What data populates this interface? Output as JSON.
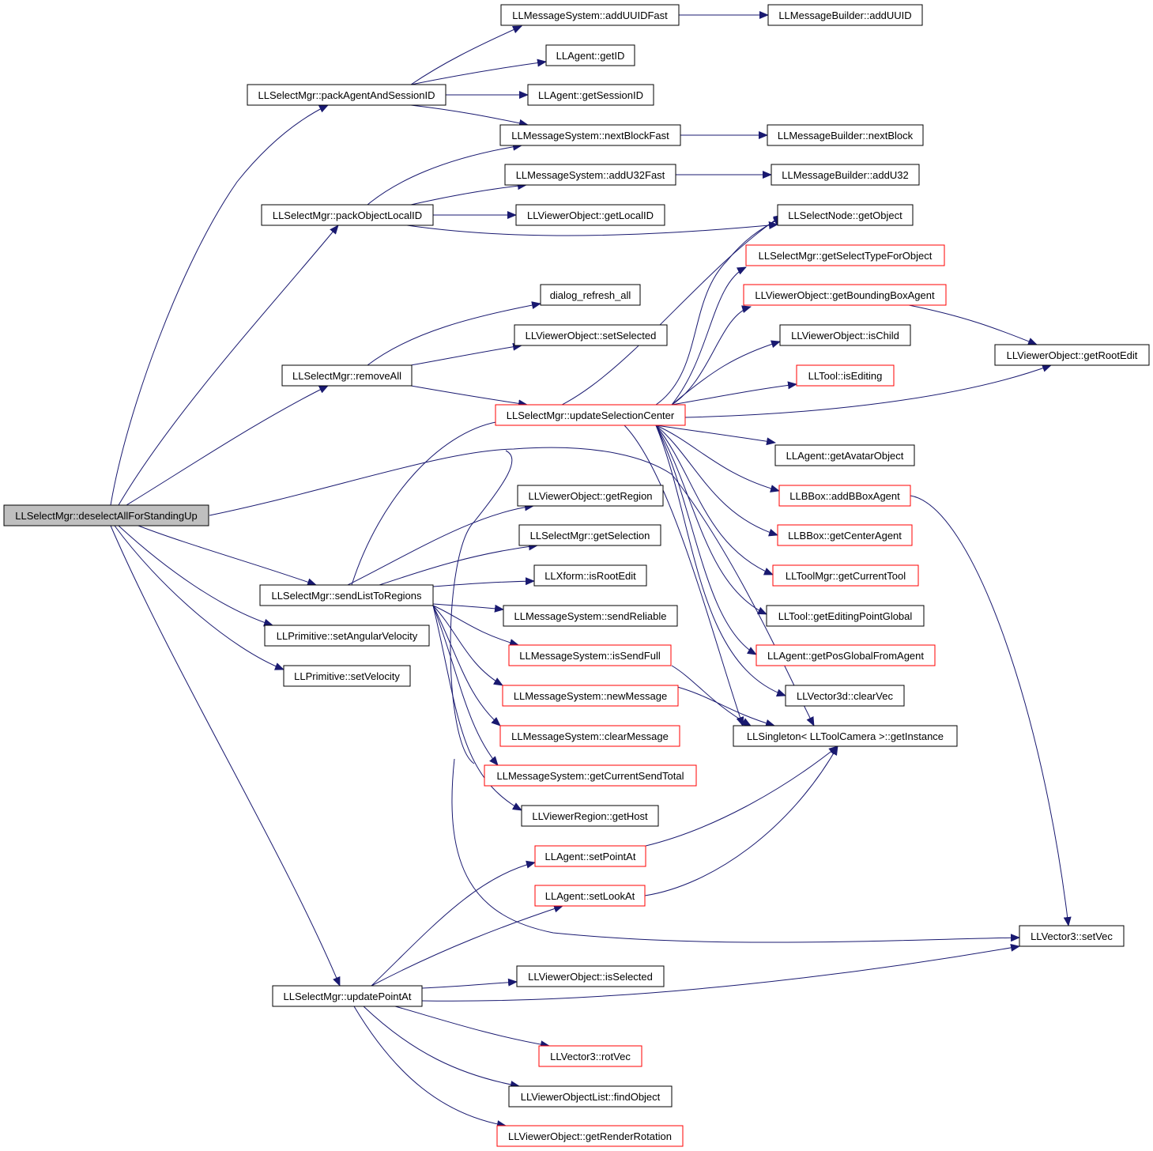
{
  "colors": {
    "edge": "#191970",
    "node_border_normal": "#000000",
    "node_border_more": "#ff0000",
    "root_fill": "#bfbfbf",
    "node_fill": "#ffffff"
  },
  "nodes": [
    {
      "id": "root",
      "label": "LLSelectMgr::deselectAllForStandingUp",
      "border": "root"
    },
    {
      "id": "packAgent",
      "label": "LLSelectMgr::packAgentAndSessionID",
      "border": "normal"
    },
    {
      "id": "packObj",
      "label": "LLSelectMgr::packObjectLocalID",
      "border": "normal"
    },
    {
      "id": "removeAll",
      "label": "LLSelectMgr::removeAll",
      "border": "normal"
    },
    {
      "id": "sendList",
      "label": "LLSelectMgr::sendListToRegions",
      "border": "normal"
    },
    {
      "id": "setAngVel",
      "label": "LLPrimitive::setAngularVelocity",
      "border": "normal"
    },
    {
      "id": "setVel",
      "label": "LLPrimitive::setVelocity",
      "border": "normal"
    },
    {
      "id": "updPoint",
      "label": "LLSelectMgr::updatePointAt",
      "border": "normal"
    },
    {
      "id": "addUUIDFast",
      "label": "LLMessageSystem::addUUIDFast",
      "border": "normal"
    },
    {
      "id": "getID",
      "label": "LLAgent::getID",
      "border": "normal"
    },
    {
      "id": "getSessionID",
      "label": "LLAgent::getSessionID",
      "border": "normal"
    },
    {
      "id": "nextBlockFast",
      "label": "LLMessageSystem::nextBlockFast",
      "border": "normal"
    },
    {
      "id": "addU32Fast",
      "label": "LLMessageSystem::addU32Fast",
      "border": "normal"
    },
    {
      "id": "getLocalID",
      "label": "LLViewerObject::getLocalID",
      "border": "normal"
    },
    {
      "id": "dialogRefresh",
      "label": "dialog_refresh_all",
      "border": "normal"
    },
    {
      "id": "setSelected",
      "label": "LLViewerObject::setSelected",
      "border": "normal"
    },
    {
      "id": "updSelCenter",
      "label": "LLSelectMgr::updateSelectionCenter",
      "border": "more"
    },
    {
      "id": "getRegion",
      "label": "LLViewerObject::getRegion",
      "border": "normal"
    },
    {
      "id": "getSelection",
      "label": "LLSelectMgr::getSelection",
      "border": "normal"
    },
    {
      "id": "isRootEdit",
      "label": "LLXform::isRootEdit",
      "border": "normal"
    },
    {
      "id": "sendReliable",
      "label": "LLMessageSystem::sendReliable",
      "border": "normal"
    },
    {
      "id": "isSendFull",
      "label": "LLMessageSystem::isSendFull",
      "border": "more"
    },
    {
      "id": "newMessage",
      "label": "LLMessageSystem::newMessage",
      "border": "more"
    },
    {
      "id": "clearMessage",
      "label": "LLMessageSystem::clearMessage",
      "border": "more"
    },
    {
      "id": "getCurSendTotal",
      "label": "LLMessageSystem::getCurrentSendTotal",
      "border": "more"
    },
    {
      "id": "getHost",
      "label": "LLViewerRegion::getHost",
      "border": "normal"
    },
    {
      "id": "setPointAt",
      "label": "LLAgent::setPointAt",
      "border": "more"
    },
    {
      "id": "setLookAt",
      "label": "LLAgent::setLookAt",
      "border": "more"
    },
    {
      "id": "isSelected",
      "label": "LLViewerObject::isSelected",
      "border": "normal"
    },
    {
      "id": "rotVec",
      "label": "LLVector3::rotVec",
      "border": "more"
    },
    {
      "id": "findObject",
      "label": "LLViewerObjectList::findObject",
      "border": "normal"
    },
    {
      "id": "getRenderRot",
      "label": "LLViewerObject::getRenderRotation",
      "border": "more"
    },
    {
      "id": "addUUID",
      "label": "LLMessageBuilder::addUUID",
      "border": "normal"
    },
    {
      "id": "nextBlock",
      "label": "LLMessageBuilder::nextBlock",
      "border": "normal"
    },
    {
      "id": "addU32",
      "label": "LLMessageBuilder::addU32",
      "border": "normal"
    },
    {
      "id": "getObject",
      "label": "LLSelectNode::getObject",
      "border": "normal"
    },
    {
      "id": "getSelType",
      "label": "LLSelectMgr::getSelectTypeForObject",
      "border": "more"
    },
    {
      "id": "getBBoxAgent",
      "label": "LLViewerObject::getBoundingBoxAgent",
      "border": "more"
    },
    {
      "id": "isChild",
      "label": "LLViewerObject::isChild",
      "border": "normal"
    },
    {
      "id": "isEditing",
      "label": "LLTool::isEditing",
      "border": "more"
    },
    {
      "id": "getAvatarObj",
      "label": "LLAgent::getAvatarObject",
      "border": "normal"
    },
    {
      "id": "addBBoxAgent",
      "label": "LLBBox::addBBoxAgent",
      "border": "more"
    },
    {
      "id": "getCenterAgent",
      "label": "LLBBox::getCenterAgent",
      "border": "more"
    },
    {
      "id": "getCurTool",
      "label": "LLToolMgr::getCurrentTool",
      "border": "more"
    },
    {
      "id": "getEditPt",
      "label": "LLTool::getEditingPointGlobal",
      "border": "normal"
    },
    {
      "id": "getPosGlobal",
      "label": "LLAgent::getPosGlobalFromAgent",
      "border": "more"
    },
    {
      "id": "clearVec",
      "label": "LLVector3d::clearVec",
      "border": "normal"
    },
    {
      "id": "getInstance",
      "label": "LLSingleton< LLToolCamera >::getInstance",
      "border": "normal"
    },
    {
      "id": "getRootEdit",
      "label": "LLViewerObject::getRootEdit",
      "border": "normal"
    },
    {
      "id": "setVec",
      "label": "LLVector3::setVec",
      "border": "normal"
    }
  ]
}
